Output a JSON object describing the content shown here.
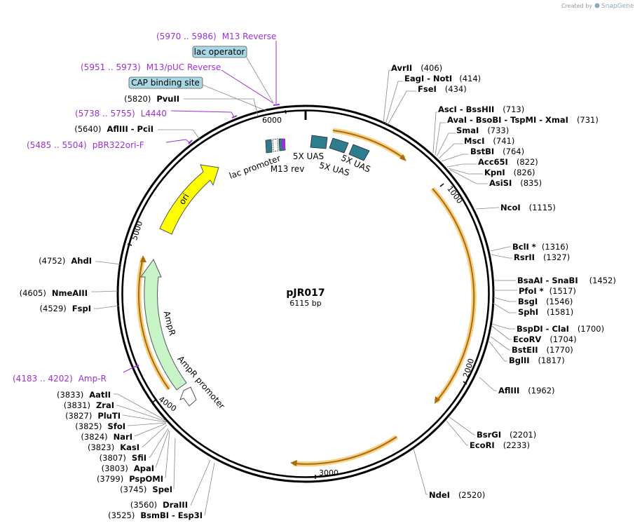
{
  "credit": {
    "prefix": "Created by",
    "brand": "SnapGene"
  },
  "plasmid": {
    "name": "pJR017",
    "size": "6115 bp"
  },
  "colors": {
    "backbone": "#000000",
    "orf_glow": "#f5c76b",
    "orf_arrow": "#a86b10",
    "ori": "#ffff00",
    "ampr": "#c8f5c8",
    "uas": "#2e7d8c",
    "primer": "#9b30d9",
    "boxfill": "#a8d8e6"
  },
  "ticks": [
    "1000",
    "2000",
    "3000",
    "4000",
    "5000",
    "6000"
  ],
  "features": {
    "ori": "ori",
    "ampr": "AmpR",
    "ampr_promoter": "AmpR promoter",
    "lac_promoter": "lac promoter",
    "m13rev": "M13 rev",
    "uas1": "5X UAS",
    "uas2": "5X UAS",
    "uas3": "5X UAS"
  },
  "boxed_labels": {
    "lac_operator": "lac operator",
    "cap_site": "CAP binding site"
  },
  "primers": [
    {
      "range": "(5970 .. 5986)",
      "name": "M13 Reverse"
    },
    {
      "range": "(5951 .. 5973)",
      "name": "M13/pUC Reverse"
    },
    {
      "range": "(5738 .. 5755)",
      "name": "L4440"
    },
    {
      "range": "(5485 .. 5504)",
      "name": "pBR322ori-F"
    },
    {
      "range": "(4183 .. 4202)",
      "name": "Amp-R"
    }
  ],
  "sites_right": [
    {
      "name": "AvrII",
      "pos": "(406)"
    },
    {
      "name": "EagI  - NotI",
      "pos": "(414)"
    },
    {
      "name": "FseI",
      "pos": "(434)"
    },
    {
      "name": "AscI  - BssHII",
      "pos": "(713)"
    },
    {
      "name": "AvaI  - BsoBI  - TspMI  - XmaI",
      "pos": "(731)"
    },
    {
      "name": "SmaI",
      "pos": "(733)"
    },
    {
      "name": "MscI",
      "pos": "(741)"
    },
    {
      "name": "BstBI",
      "pos": "(764)"
    },
    {
      "name": "Acc65I",
      "pos": "(822)"
    },
    {
      "name": "KpnI",
      "pos": "(826)"
    },
    {
      "name": "AsiSI",
      "pos": "(835)"
    },
    {
      "name": "NcoI",
      "pos": "(1115)"
    },
    {
      "name": "BclI *",
      "pos": "(1316)"
    },
    {
      "name": "RsrII",
      "pos": "(1327)"
    },
    {
      "name": "BsaAI  - SnaBI",
      "pos": "(1452)"
    },
    {
      "name": "PfoI *",
      "pos": "(1517)"
    },
    {
      "name": "BsgI",
      "pos": "(1546)"
    },
    {
      "name": "SphI",
      "pos": "(1581)"
    },
    {
      "name": "BspDI  - ClaI",
      "pos": "(1700)"
    },
    {
      "name": "EcoRV",
      "pos": "(1704)"
    },
    {
      "name": "BstEII",
      "pos": "(1770)"
    },
    {
      "name": "BglII",
      "pos": "(1817)"
    },
    {
      "name": "AflIII",
      "pos": "(1962)"
    },
    {
      "name": "BsrGI",
      "pos": "(2201)"
    },
    {
      "name": "EcoRI",
      "pos": "(2233)"
    },
    {
      "name": "NdeI",
      "pos": "(2520)"
    }
  ],
  "sites_left": [
    {
      "name": "PvuII",
      "pos": "(5820)"
    },
    {
      "name": "AflIII  - PciI",
      "pos": "(5640)"
    },
    {
      "name": "AhdI",
      "pos": "(4752)"
    },
    {
      "name": "NmeAIII",
      "pos": "(4605)"
    },
    {
      "name": "FspI",
      "pos": "(4529)"
    },
    {
      "name": "AatII",
      "pos": "(3833)"
    },
    {
      "name": "ZraI",
      "pos": "(3831)"
    },
    {
      "name": "PluTI",
      "pos": "(3827)"
    },
    {
      "name": "SfoI",
      "pos": "(3825)"
    },
    {
      "name": "NarI",
      "pos": "(3824)"
    },
    {
      "name": "KasI",
      "pos": "(3823)"
    },
    {
      "name": "SfiI",
      "pos": "(3807)"
    },
    {
      "name": "ApaI",
      "pos": "(3803)"
    },
    {
      "name": "PspOMI",
      "pos": "(3799)"
    },
    {
      "name": "SpeI",
      "pos": "(3745)"
    },
    {
      "name": "DraIII",
      "pos": "(3560)"
    },
    {
      "name": "BsmBI  - Esp3I",
      "pos": "(3525)"
    }
  ]
}
